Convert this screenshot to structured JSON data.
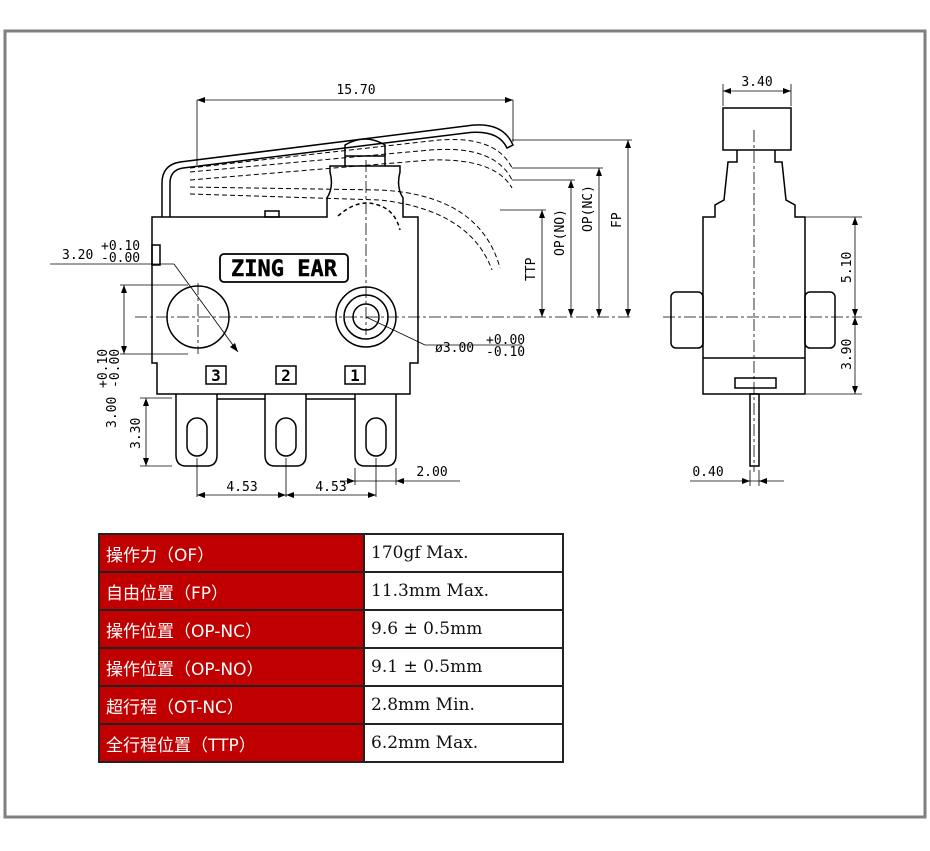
{
  "brand": "ZING EAR",
  "dims": {
    "total_length": "15.70",
    "side_width": "3.40",
    "mount_hole": "3.20",
    "mount_hole_tol_up": "+0.10",
    "mount_hole_tol_dn": "-0.00",
    "pivot_hole": "ø3.00",
    "pivot_hole_tol_up": "+0.00",
    "pivot_hole_tol_dn": "-0.10",
    "hole_height": "3.00",
    "hole_height_tol_up": "+0.10",
    "hole_height_tol_dn": "-0.00",
    "terminal_height": "3.30",
    "pitch_left": "4.53",
    "pitch_right": "4.53",
    "terminal_width": "2.00",
    "upper_height": "5.10",
    "lower_height": "3.90",
    "terminal_thickness": "0.40",
    "ttp": "TTP",
    "op_no": "OP(NO)",
    "op_nc": "OP(NC)",
    "fp": "FP"
  },
  "terminals": [
    "3",
    "2",
    "1"
  ],
  "specs": [
    {
      "label": "操作力（OF）",
      "value": "170gf Max."
    },
    {
      "label": "自由位置（FP）",
      "value": "11.3mm Max."
    },
    {
      "label": "操作位置（OP-NC）",
      "value": "9.6 ± 0.5mm"
    },
    {
      "label": "操作位置（OP-NO）",
      "value": "9.1 ± 0.5mm"
    },
    {
      "label": "超行程（OT-NC）",
      "value": "2.8mm Min."
    },
    {
      "label": "全行程位置（TTP）",
      "value": "6.2mm Max."
    }
  ],
  "colors": {
    "label_bg": "#c00000",
    "frame": "#808080"
  }
}
